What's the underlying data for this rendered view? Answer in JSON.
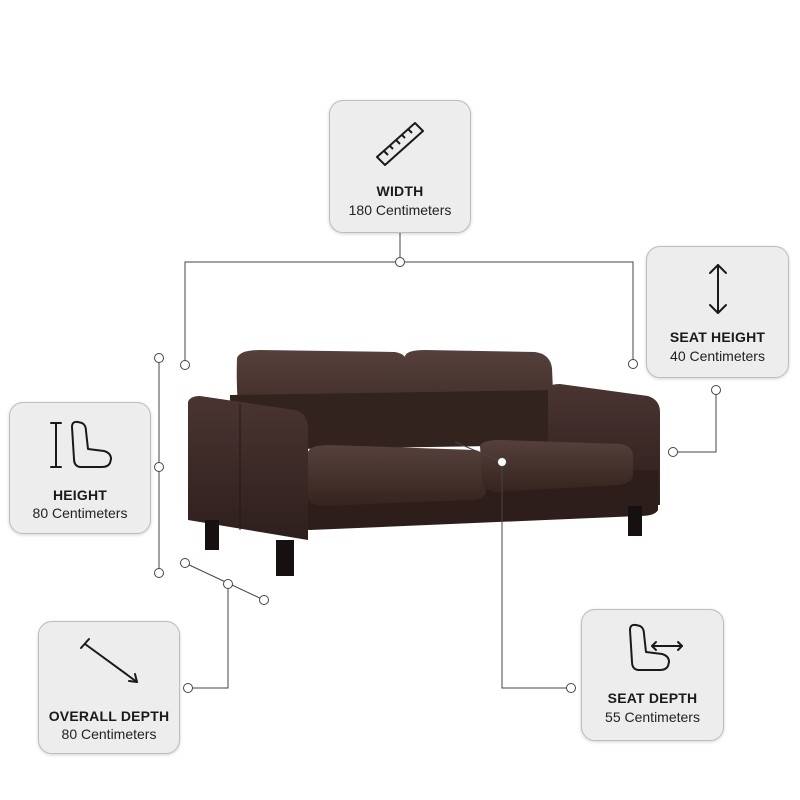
{
  "width": {
    "title": "WIDTH",
    "value": "180 Centimeters",
    "icon": "ruler-icon"
  },
  "seat_height": {
    "title": "SEAT HEIGHT",
    "value": "40 Centimeters",
    "icon": "vertical-double-arrow-icon"
  },
  "height": {
    "title": "HEIGHT",
    "value": "80 Centimeters",
    "icon": "chair-height-icon"
  },
  "overall_depth": {
    "title": "OVERALL DEPTH",
    "value": "80 Centimeters",
    "icon": "diagonal-measure-icon"
  },
  "seat_depth": {
    "title": "SEAT DEPTH",
    "value": "55 Centimeters",
    "icon": "chair-depth-icon"
  },
  "colors": {
    "sofa": "#3b2826",
    "card_bg": "#ededed",
    "line": "#444444"
  }
}
